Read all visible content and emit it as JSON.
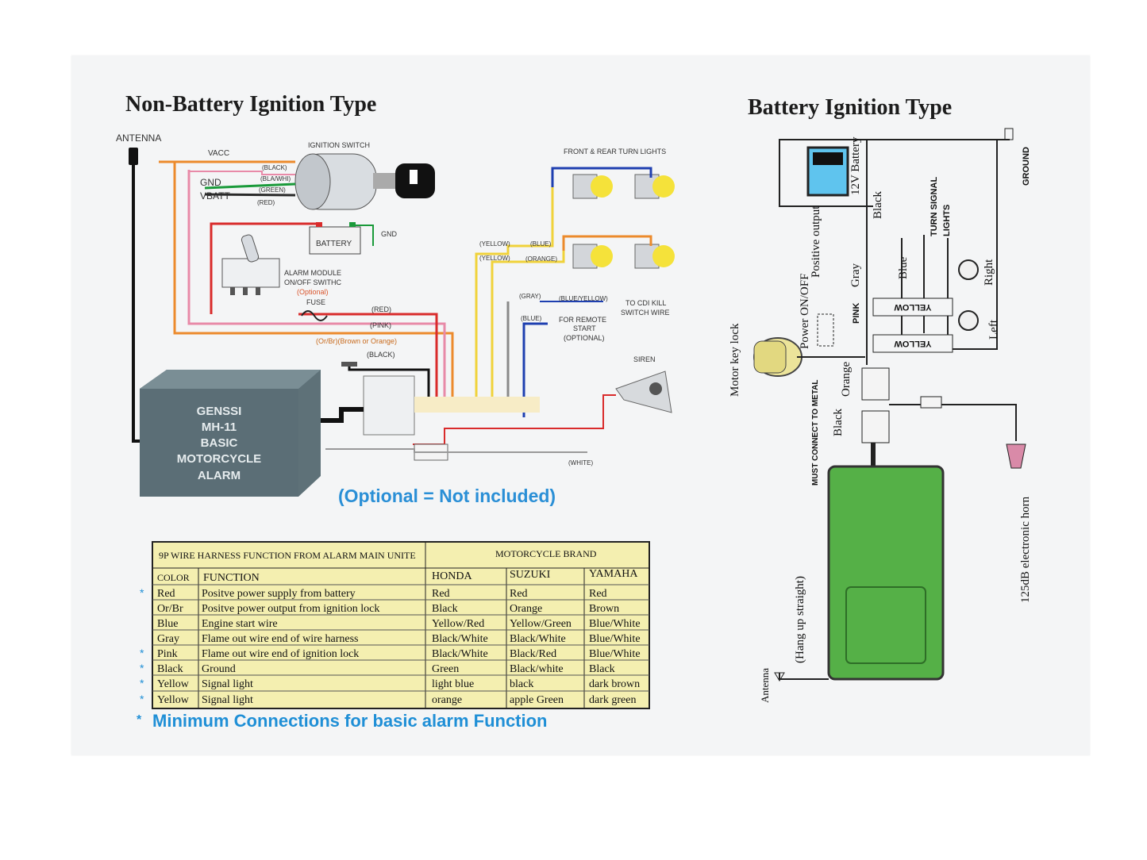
{
  "left": {
    "title": "Non-Battery Ignition Type",
    "labels": {
      "antenna": "ANTENNA",
      "vacc": "VACC",
      "gnd": "GND",
      "vbatt": "VBATT",
      "ignition_switch": "IGNITION SWITCH",
      "black": "(BLACK)",
      "bla_whi": "(BLA/WHI)",
      "green": "(GREEN)",
      "red": "(RED)",
      "battery": "BATTERY",
      "gnd2": "GND",
      "alarm_switch": "ALARM MODULE",
      "alarm_switch2": "ON/OFF SWITHC",
      "optional": "(Optional)",
      "fuse": "FUSE",
      "red_wire": "(RED)",
      "pink_wire": "(PINK)",
      "orbr_wire": "(Or/Br)(Brown or Orange)",
      "black_wire": "(BLACK)",
      "turn_lights": "FRONT & REAR TURN LIGHTS",
      "yellow1": "(YELLOW)",
      "yellow2": "(YELLOW)",
      "blue1": "(BLUE)",
      "orange1": "(ORANGE)",
      "gray": "(GRAY)",
      "blue_yellow": "(BLUE/YELLOW)",
      "cdi1": "TO CDI KILL",
      "cdi2": "SWITCH WIRE",
      "blue2": "(BLUE)",
      "remote1": "FOR REMOTE",
      "remote2": "START",
      "remote3": "(OPTIONAL)",
      "siren": "SIREN",
      "white": "(WHITE)"
    },
    "module_lines": [
      "GENSSI",
      "MH-11",
      "BASIC",
      "MOTORCYCLE",
      "ALARM"
    ],
    "optional_note": "(Optional = Not included)"
  },
  "table": {
    "title": "9P WIRE HARNESS FUNCTION FROM ALARM MAIN UNITE",
    "brand_header": "MOTORCYCLE BRAND",
    "columns": [
      "COLOR",
      "FUNCTION",
      "HONDA",
      "SUZUKI",
      "YAMAHA"
    ],
    "rows": [
      {
        "star": true,
        "color": "Red",
        "function": "Positve power supply from battery",
        "honda": "Red",
        "suzuki": "Red",
        "yamaha": "Red"
      },
      {
        "star": false,
        "color": "Or/Br",
        "function": "Positve power output from ignition lock",
        "honda": "Black",
        "suzuki": "Orange",
        "yamaha": "Brown"
      },
      {
        "star": false,
        "color": "Blue",
        "function": "Engine start wire",
        "honda": "Yellow/Red",
        "suzuki": "Yellow/Green",
        "yamaha": "Blue/White"
      },
      {
        "star": false,
        "color": "Gray",
        "function": "Flame out wire end of wire harness",
        "honda": "Black/White",
        "suzuki": "Black/White",
        "yamaha": "Blue/White"
      },
      {
        "star": true,
        "color": "Pink",
        "function": "Flame out wire end of ignition lock",
        "honda": "Black/White",
        "suzuki": "Black/Red",
        "yamaha": "Blue/White"
      },
      {
        "star": true,
        "color": "Black",
        "function": "Ground",
        "honda": "Green",
        "suzuki": "Black/white",
        "yamaha": "Black"
      },
      {
        "star": true,
        "color": "Yellow",
        "function": "Signal light",
        "honda": "light  blue",
        "suzuki": "black",
        "yamaha": "dark brown"
      },
      {
        "star": true,
        "color": "Yellow",
        "function": "Signal light",
        "honda": "orange",
        "suzuki": "apple  Green",
        "yamaha": "dark green"
      }
    ],
    "footnote": "Minimum Connections for basic alarm Function"
  },
  "right": {
    "title": "Battery Ignition Type",
    "labels": {
      "battery": "12V Battery",
      "black": "Black",
      "ground": "GROUND",
      "turn1": "TURN SIGNAL",
      "turn2": "LIGHTS",
      "positive_output": "Positive output",
      "gray": "Gray",
      "blue": "Blue",
      "right": "Right",
      "left": "Left",
      "yellow1": "YELLOW",
      "yellow2": "YELLOW",
      "pink": "PINK",
      "power": "Power ON/OFF",
      "motor_key": "Motor key lock",
      "orange": "Orange",
      "black2": "Black",
      "must_connect": "MUST CONNECT TO METAL",
      "horn": "125dB electronic horn",
      "hang": "(Hang up straight)",
      "antenna": "Antenna"
    }
  }
}
